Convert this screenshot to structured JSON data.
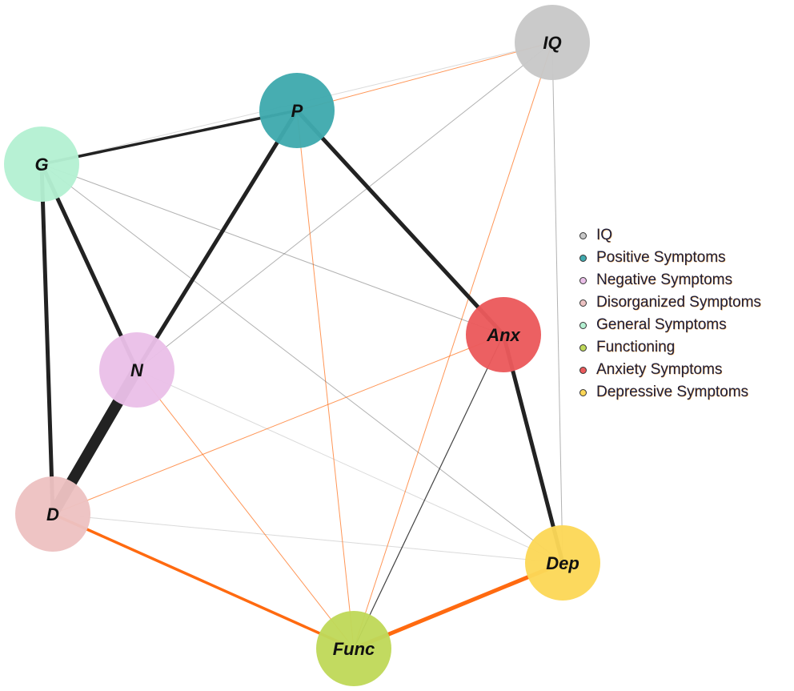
{
  "nodes": [
    {
      "id": "IQ",
      "label": "IQ",
      "color": "#c8c8c8"
    },
    {
      "id": "P",
      "label": "P",
      "color": "#40aaae"
    },
    {
      "id": "G",
      "label": "G",
      "color": "#b4f0d2"
    },
    {
      "id": "N",
      "label": "N",
      "color": "#eabfe8"
    },
    {
      "id": "Anx",
      "label": "Anx",
      "color": "#eb5a5c"
    },
    {
      "id": "D",
      "label": "D",
      "color": "#edc2c2"
    },
    {
      "id": "Dep",
      "label": "Dep",
      "color": "#fcd757"
    },
    {
      "id": "Func",
      "label": "Func",
      "color": "#bfd95a"
    }
  ],
  "edges": [
    {
      "from": "N",
      "to": "D",
      "sign": "positive",
      "strength": "very-strong"
    },
    {
      "from": "Anx",
      "to": "Dep",
      "sign": "positive",
      "strength": "strong"
    },
    {
      "from": "P",
      "to": "Anx",
      "sign": "positive",
      "strength": "strong"
    },
    {
      "from": "G",
      "to": "D",
      "sign": "positive",
      "strength": "strong"
    },
    {
      "from": "G",
      "to": "N",
      "sign": "positive",
      "strength": "strong"
    },
    {
      "from": "P",
      "to": "N",
      "sign": "positive",
      "strength": "strong"
    },
    {
      "from": "G",
      "to": "P",
      "sign": "positive",
      "strength": "moderate"
    },
    {
      "from": "Func",
      "to": "Dep",
      "sign": "negative",
      "strength": "strong"
    },
    {
      "from": "D",
      "to": "Func",
      "sign": "negative",
      "strength": "moderate"
    },
    {
      "from": "P",
      "to": "IQ",
      "sign": "negative",
      "strength": "weak"
    },
    {
      "from": "G",
      "to": "IQ",
      "sign": "positive",
      "strength": "very-weak"
    },
    {
      "from": "IQ",
      "to": "N",
      "sign": "positive",
      "strength": "weak"
    },
    {
      "from": "IQ",
      "to": "Func",
      "sign": "negative",
      "strength": "weak"
    },
    {
      "from": "IQ",
      "to": "Dep",
      "sign": "positive",
      "strength": "weak"
    },
    {
      "from": "P",
      "to": "Func",
      "sign": "negative",
      "strength": "weak"
    },
    {
      "from": "G",
      "to": "Anx",
      "sign": "positive",
      "strength": "weak"
    },
    {
      "from": "G",
      "to": "Dep",
      "sign": "positive",
      "strength": "weak"
    },
    {
      "from": "N",
      "to": "Func",
      "sign": "negative",
      "strength": "weak"
    },
    {
      "from": "N",
      "to": "Dep",
      "sign": "positive",
      "strength": "very-weak"
    },
    {
      "from": "D",
      "to": "Anx",
      "sign": "negative",
      "strength": "weak"
    },
    {
      "from": "D",
      "to": "Dep",
      "sign": "positive",
      "strength": "very-weak"
    },
    {
      "from": "Anx",
      "to": "Func",
      "sign": "positive",
      "strength": "moderate-weak"
    }
  ],
  "edge_colors": {
    "positive": "#222222",
    "negative": "#ff6a10"
  },
  "legend": [
    {
      "label": "IQ",
      "color": "#c8c8c8"
    },
    {
      "label": "Positive Symptoms",
      "color": "#40aaae"
    },
    {
      "label": "Negative Symptoms",
      "color": "#eabfe8"
    },
    {
      "label": "Disorganized Symptoms",
      "color": "#edc2c2"
    },
    {
      "label": "General Symptoms",
      "color": "#b4f0d2"
    },
    {
      "label": "Functioning",
      "color": "#bfd95a"
    },
    {
      "label": "Anxiety Symptoms",
      "color": "#eb5a5c"
    },
    {
      "label": "Depressive Symptoms",
      "color": "#fcd757"
    }
  ]
}
